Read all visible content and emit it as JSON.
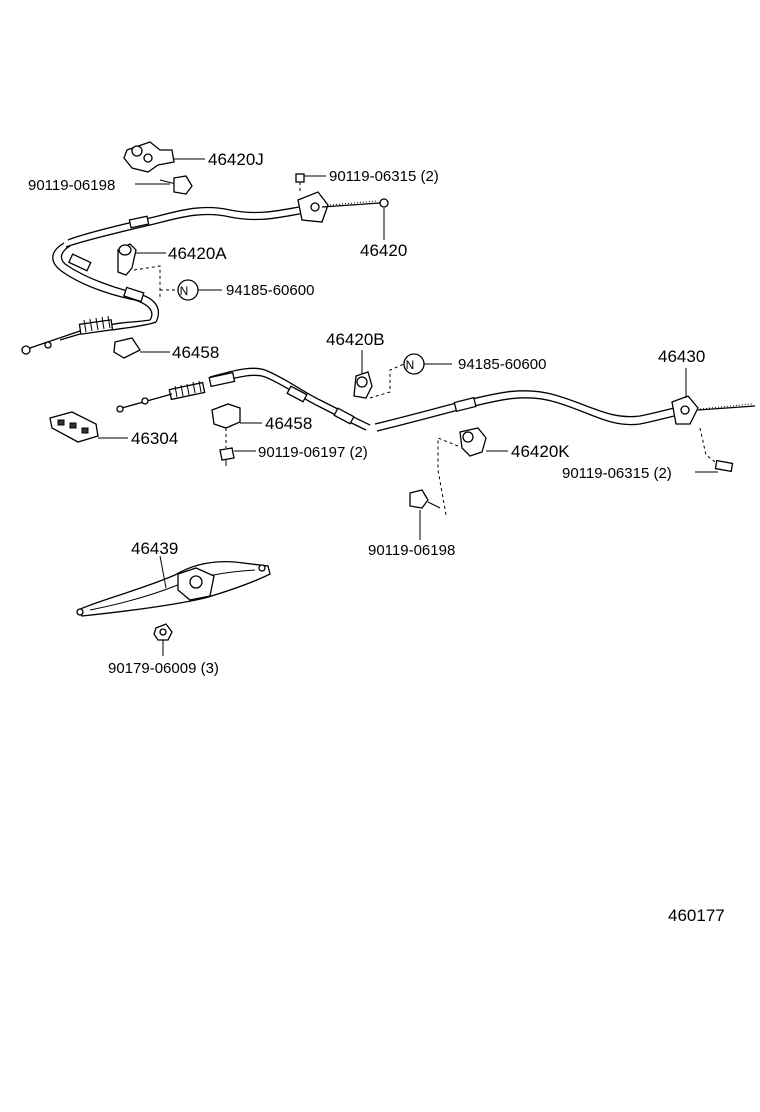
{
  "diagram": {
    "labels": {
      "l46420J": "46420J",
      "l90119_06198_top": "90119-06198",
      "l90119_06315_top": "90119-06315 (2)",
      "l46420": "46420",
      "l46420A": "46420A",
      "l94185_60600_top": "94185-60600",
      "l46458_a": "46458",
      "l46420B": "46420B",
      "l94185_60600_mid": "94185-60600",
      "l46430": "46430",
      "l46304": "46304",
      "l46458_b": "46458",
      "l90119_06197": "90119-06197 (2)",
      "l46420K": "46420K",
      "l90119_06315_right": "90119-06315 (2)",
      "l90119_06198_bottom": "90119-06198",
      "l46439": "46439",
      "l90179_06009": "90179-06009 (3)",
      "n_symbol": "N",
      "diagram_code": "460177"
    }
  }
}
